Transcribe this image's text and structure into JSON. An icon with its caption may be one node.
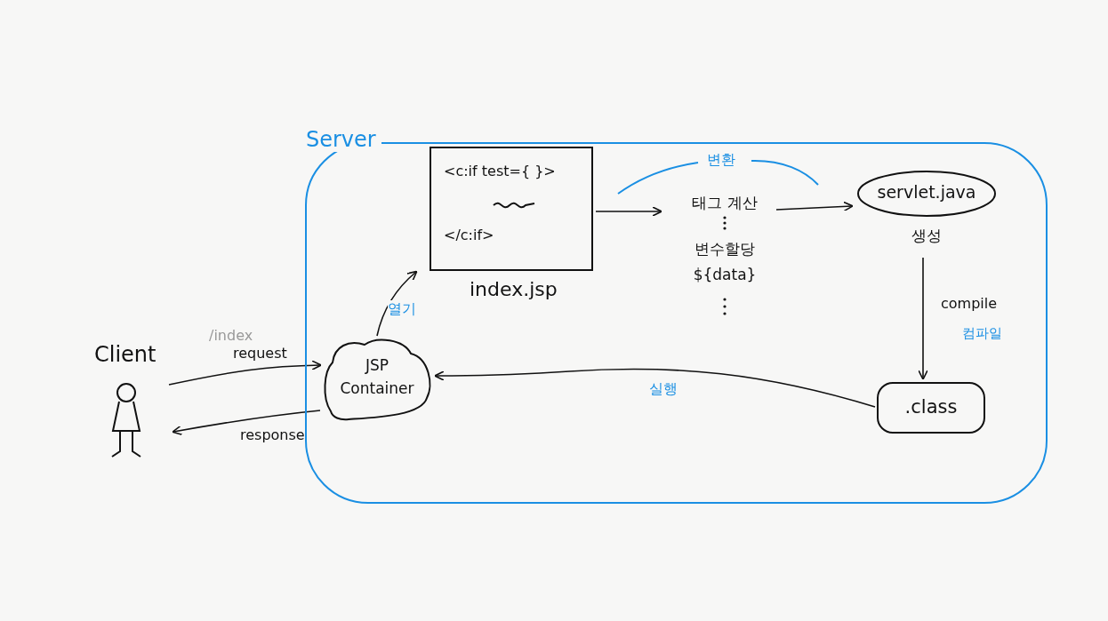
{
  "diagram": {
    "nodes": [
      {
        "text": [
          "Server"
        ]
      },
      {
        "text": [
          "Client"
        ]
      },
      {
        "text": [
          "JSP Container"
        ],
        "in": 0
      },
      {
        "text": [
          "<c:if test={ }>",
          "</c:if>"
        ],
        "beside": [
          "index.jsp"
        ],
        "in": 0
      },
      {
        "text": [
          "태그 계산",
          "변수할당",
          "${data}"
        ],
        "in": 0
      },
      {
        "text": [
          "servlet.java"
        ],
        "beside": [
          "생성"
        ],
        "in": 0
      },
      {
        "text": [
          ".class"
        ],
        "in": 0
      }
    ],
    "edges": [
      {
        "from": 1,
        "to": 2,
        "arrow": "to",
        "label": "request"
      },
      {
        "from": 2,
        "to": 1,
        "arrow": "to",
        "label": "response"
      },
      {
        "from": 2,
        "to": 3,
        "arrow": "to",
        "label": "열기"
      },
      {
        "from": 3,
        "to": 4,
        "arrow": "to"
      },
      {
        "from": 4,
        "to": 5,
        "arrow": "to"
      },
      {
        "from": 5,
        "to": 6,
        "arrow": "to",
        "label": "compile"
      },
      {
        "from": 6,
        "to": 2,
        "arrow": "to",
        "label": "실행"
      }
    ],
    "labels": [
      "/index",
      "변환",
      "컴파일"
    ]
  }
}
